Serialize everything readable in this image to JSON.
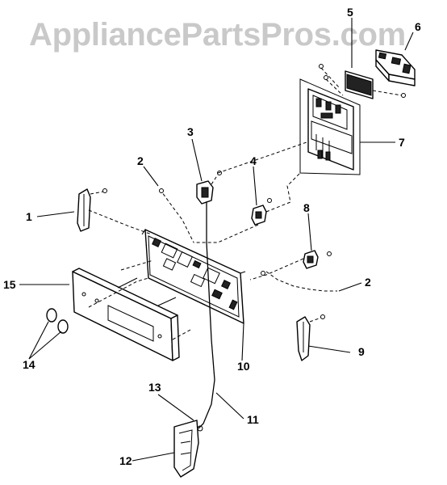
{
  "watermark": "AppliancePartsPros.com",
  "callouts": {
    "c1": "1",
    "c2a": "2",
    "c2b": "2",
    "c3": "3",
    "c4": "4",
    "c5": "5",
    "c6": "6",
    "c7": "7",
    "c8": "8",
    "c9": "9",
    "c10": "10",
    "c11": "11",
    "c12": "12",
    "c13": "13",
    "c14": "14",
    "c15": "15"
  },
  "colors": {
    "watermark": "#c9c9c9",
    "line": "#000000",
    "background": "#ffffff"
  }
}
